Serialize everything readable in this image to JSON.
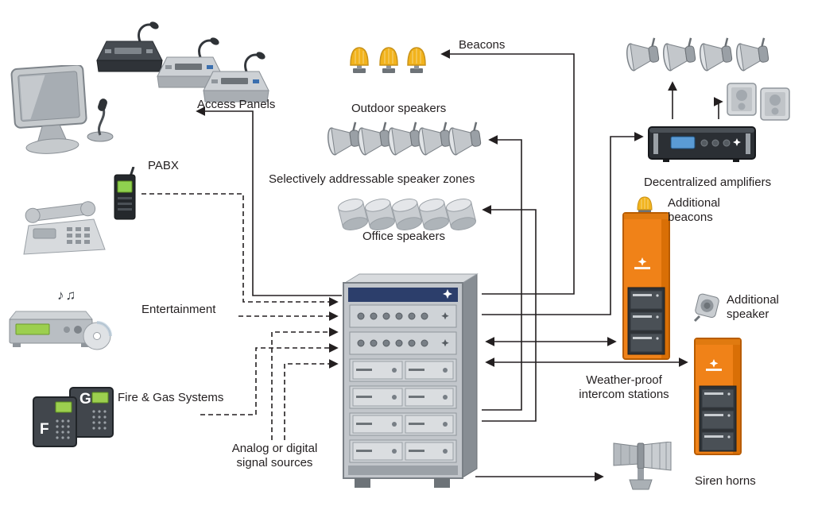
{
  "diagram": {
    "type": "system-architecture",
    "labels": {
      "access_panels": "Access Panels",
      "pabx": "PABX",
      "entertainment": "Entertainment",
      "fire_gas_systems": "Fire & Gas Systems",
      "analog_digital_sources": "Analog or digital\nsignal sources",
      "beacons": "Beacons",
      "outdoor_speakers": "Outdoor speakers",
      "addressable_zones": "Selectively addressable speaker zones",
      "office_speakers": "Office speakers",
      "decentralized_amplifiers": "Decentralized amplifiers",
      "additional_beacons": "Additional\nbeacons",
      "additional_speaker": "Additional\nspeaker",
      "weatherproof_intercom": "Weather-proof\nintercom stations",
      "siren_horns": "Siren horns",
      "fire_unit_letter": "F",
      "gas_unit_letter": "G"
    },
    "icon_glyphs": {
      "music_notes": "♪♫",
      "brand_logo": "✳"
    },
    "colors": {
      "line": "#231f20",
      "station_orange": "#f08218",
      "beacon_yellow": "#f2b31c",
      "rack_band_blue": "#2c3e6b",
      "device_screen_green": "#9ccf4f"
    },
    "connections": [
      {
        "from": "central-rack",
        "to": "access-panels",
        "style": "solid"
      },
      {
        "from": "pabx",
        "to": "central-rack",
        "style": "dashed"
      },
      {
        "from": "entertainment",
        "to": "central-rack",
        "style": "dashed"
      },
      {
        "from": "analog-digital-sources",
        "to": "central-rack",
        "style": "dashed"
      },
      {
        "from": "fire-gas-systems",
        "to": "central-rack",
        "style": "dashed"
      },
      {
        "from": "central-rack",
        "to": "beacons",
        "style": "solid"
      },
      {
        "from": "central-rack",
        "to": "outdoor-speakers",
        "style": "solid"
      },
      {
        "from": "central-rack",
        "to": "office-speakers",
        "style": "solid"
      },
      {
        "from": "central-rack",
        "to": "decentralized-amplifiers",
        "style": "solid"
      },
      {
        "from": "decentralized-amplifiers",
        "to": "horn-speakers",
        "style": "solid"
      },
      {
        "from": "decentralized-amplifiers",
        "to": "cabinet-speakers",
        "style": "solid"
      },
      {
        "from": "central-rack",
        "to": "weatherproof-intercom-station-1",
        "style": "solid-bidirectional"
      },
      {
        "from": "central-rack",
        "to": "weatherproof-intercom-station-2",
        "style": "solid-bidirectional"
      },
      {
        "from": "central-rack",
        "to": "siren-horns",
        "style": "solid"
      }
    ]
  }
}
